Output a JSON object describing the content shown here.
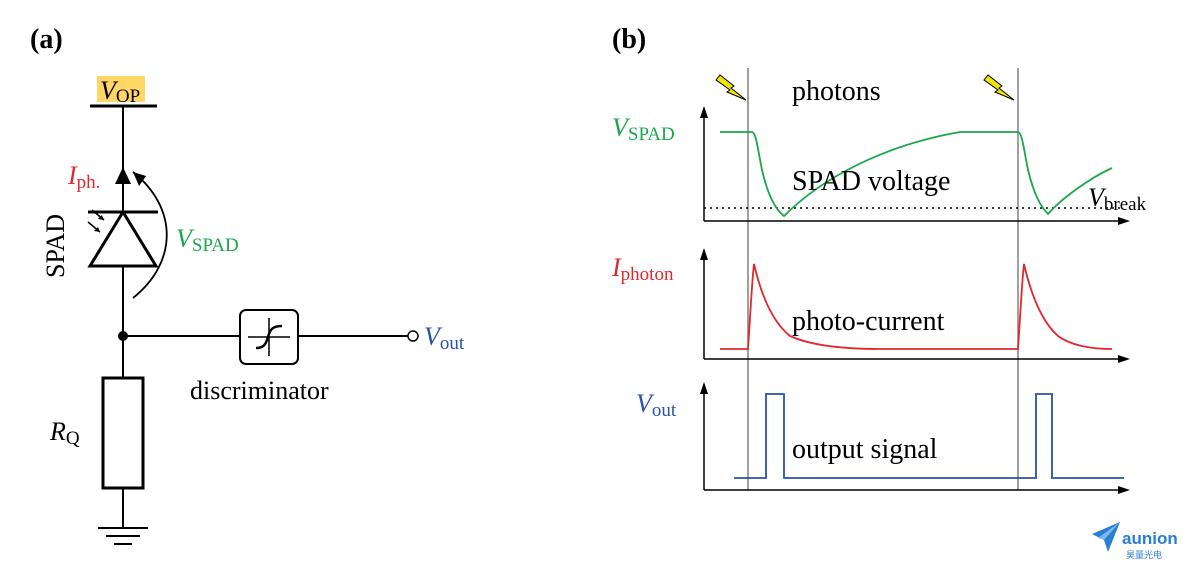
{
  "panel_a": {
    "label": "(a)",
    "vop": {
      "main": "V",
      "sub": "OP"
    },
    "iph": {
      "main": "I",
      "sub": "ph."
    },
    "spad": "SPAD",
    "vspad": {
      "main": "V",
      "sub": "SPAD"
    },
    "vout": {
      "main": "V",
      "sub": "out"
    },
    "discriminator": "discriminator",
    "rq": {
      "main": "R",
      "sub": "Q"
    }
  },
  "panel_b": {
    "label": "(b)",
    "photons": "photons",
    "spad_voltage": "SPAD voltage",
    "photo_current": "photo-current",
    "output_signal": "output signal",
    "vspad": {
      "main": "V",
      "sub": "SPAD"
    },
    "vbreak": {
      "main": "V",
      "sub": "break"
    },
    "iphoton": {
      "main": "I",
      "sub": "photon"
    },
    "vout": {
      "main": "V",
      "sub": "out"
    }
  },
  "logo": {
    "name": "aunion",
    "subtitle": "昊量光电"
  },
  "colors": {
    "green": "#1aa84a",
    "red": "#e2262e",
    "blue": "#2a52a8",
    "highlight": "#ffd766",
    "gray": "#808080",
    "logo_blue": "#2a7fd4"
  }
}
